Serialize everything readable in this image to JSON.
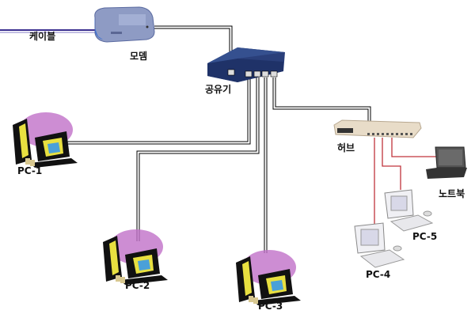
{
  "labels": {
    "cable": "케이블",
    "modem": "모뎀",
    "router": "공유기",
    "hub": "허브",
    "notebook": "노트북",
    "pc1": "PC-1",
    "pc2": "PC-2",
    "pc3": "PC-3",
    "pc4": "PC-4",
    "pc5": "PC-5"
  },
  "colors": {
    "cable_line": "#3a2f8f",
    "lan_line": "#000000",
    "hub_line": "#c0343c",
    "router_body": "#2a3f7a",
    "modem_body": "#8e9bc4",
    "hub_body": "#e8dcc8",
    "pc_glow": "#c070c8",
    "pc_body": "#111111",
    "pc_accent": "#e8e040"
  },
  "connections": [
    {
      "from": "cable",
      "to": "modem",
      "type": "cable"
    },
    {
      "from": "modem",
      "to": "router",
      "type": "lan"
    },
    {
      "from": "router",
      "to": "pc1",
      "type": "lan"
    },
    {
      "from": "router",
      "to": "pc2",
      "type": "lan"
    },
    {
      "from": "router",
      "to": "pc3",
      "type": "lan"
    },
    {
      "from": "router",
      "to": "hub",
      "type": "lan"
    },
    {
      "from": "hub",
      "to": "pc4",
      "type": "hub"
    },
    {
      "from": "hub",
      "to": "pc5",
      "type": "hub"
    },
    {
      "from": "hub",
      "to": "notebook",
      "type": "hub"
    }
  ]
}
